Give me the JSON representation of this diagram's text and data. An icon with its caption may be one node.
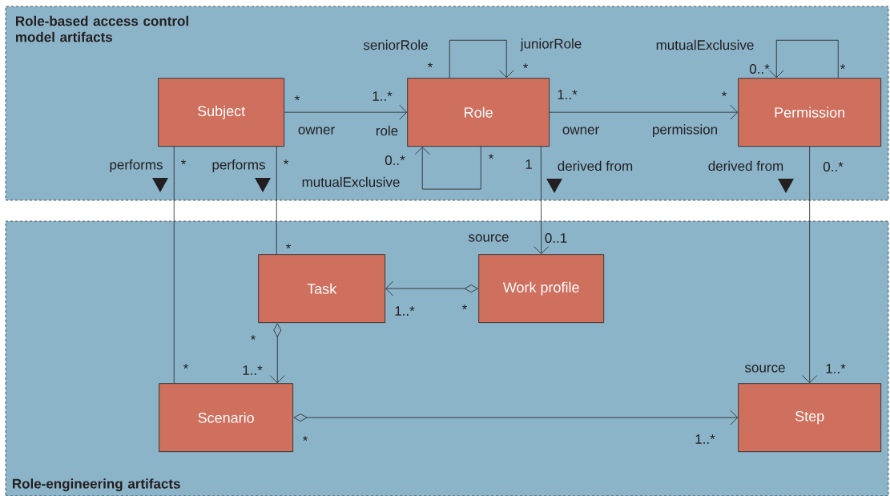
{
  "diagram": {
    "nodes": [
      {
        "text": [
          "Role-based access control model artifacts"
        ]
      },
      {
        "text": [
          "Role-engineering artifacts"
        ]
      },
      {
        "text": [
          "Subject"
        ],
        "in": 0
      },
      {
        "text": [
          "Role"
        ],
        "in": 0
      },
      {
        "text": [
          "Permission"
        ],
        "in": 0
      },
      {
        "text": [
          "Task"
        ],
        "in": 1
      },
      {
        "text": [
          "Work profile"
        ],
        "in": 1
      },
      {
        "text": [
          "Scenario"
        ],
        "in": 1
      },
      {
        "text": [
          "Step"
        ],
        "in": 1
      }
    ],
    "edges": [
      {
        "from": 2,
        "to": 3,
        "arrow": "to"
      },
      {
        "from": 3,
        "to": 3,
        "arrow": "to"
      },
      {
        "from": 3,
        "to": 3,
        "arrow": "to"
      },
      {
        "from": 3,
        "to": 4,
        "arrow": "to"
      },
      {
        "from": 4,
        "to": 4,
        "arrow": "to"
      },
      {
        "from": 2,
        "to": 7,
        "arrow": "none",
        "label": "performs"
      },
      {
        "from": 2,
        "to": 5,
        "arrow": "none",
        "label": "performs"
      },
      {
        "from": 3,
        "to": 6,
        "arrow": "to",
        "label": "derived from"
      },
      {
        "from": 4,
        "to": 8,
        "arrow": "to",
        "label": "derived from"
      },
      {
        "from": 6,
        "to": 5,
        "arrow": "to"
      },
      {
        "from": 5,
        "to": 7,
        "arrow": "to"
      },
      {
        "from": 7,
        "to": 8,
        "arrow": "to"
      }
    ],
    "labels": [
      "seniorRole",
      "*",
      "juniorRole",
      "*",
      "mutualExclusive",
      "0..*",
      "*",
      "*",
      "owner",
      "1..*",
      "role",
      "1..*",
      "owner",
      "*",
      "permission",
      "0..*",
      "mutualExclusive",
      "*",
      "1",
      "*",
      "*",
      "0..*",
      "*",
      "source",
      "0..1",
      "1..*",
      "*",
      "*",
      "1..*",
      "*",
      "source",
      "1..*",
      "*",
      "1..*"
    ]
  }
}
